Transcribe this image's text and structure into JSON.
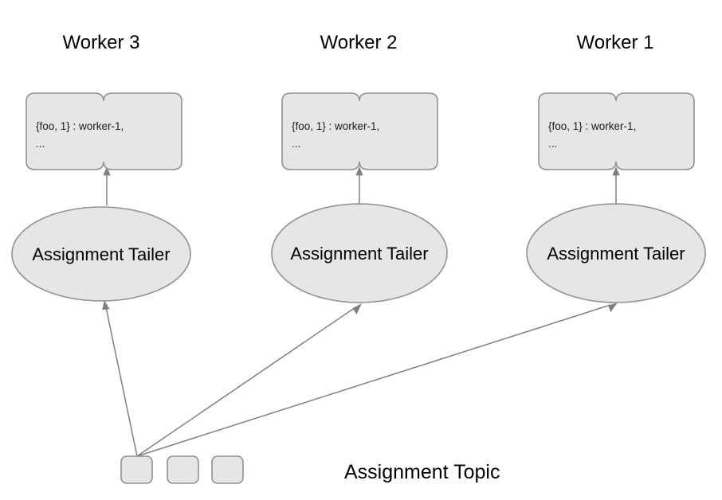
{
  "diagram": {
    "title_text": "",
    "colors": {
      "shape_fill": "#e6e6e6",
      "shape_stroke": "#909090",
      "edge_stroke": "#808080",
      "text": "#000000",
      "background": "#ffffff"
    },
    "workers": [
      {
        "title": "Worker 3",
        "doc_line1": "{foo, 1} : worker-1,",
        "doc_line2": "...",
        "process_label": "Assignment Tailer"
      },
      {
        "title": "Worker 2",
        "doc_line1": "{foo, 1} : worker-1,",
        "doc_line2": "...",
        "process_label": "Assignment Tailer"
      },
      {
        "title": "Worker 1",
        "doc_line1": "{foo, 1} : worker-1,",
        "doc_line2": "...",
        "process_label": "Assignment Tailer"
      }
    ],
    "topic": {
      "label": "Assignment Topic",
      "partition_count": 3,
      "partitions": [
        "",
        "",
        ""
      ]
    }
  }
}
